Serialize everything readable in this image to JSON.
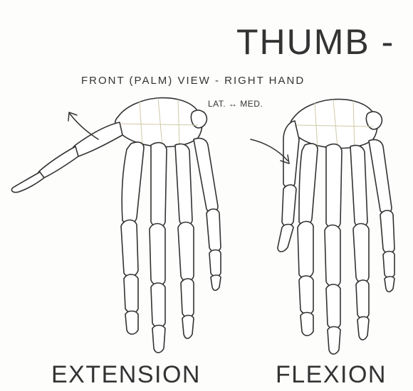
{
  "title": "THUMB -",
  "subtitle": "FRONT (PALM) VIEW - RIGHT HAND",
  "orientation": "LAT. ↔ MED.",
  "panels": {
    "left_caption": "EXTENSION",
    "right_caption": "FLEXION"
  }
}
